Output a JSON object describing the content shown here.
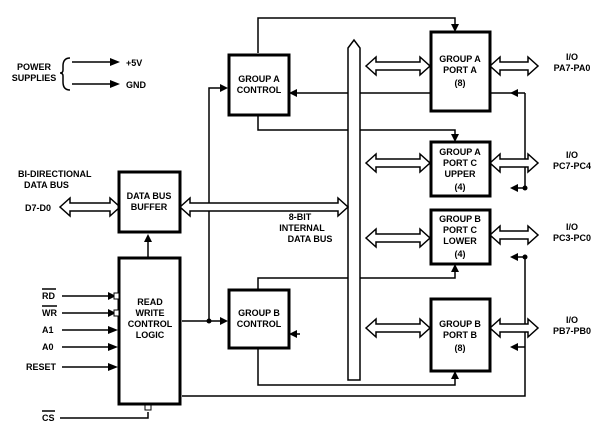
{
  "power": {
    "title_line1": "POWER",
    "title_line2": "SUPPLIES",
    "vcc": "+5V",
    "gnd": "GND"
  },
  "databus": {
    "title_line1": "BI-DIRECTIONAL",
    "title_line2": "DATA BUS",
    "pins": "D7-D0"
  },
  "buffer": {
    "line1": "DATA BUS",
    "line2": "BUFFER"
  },
  "rwlogic": {
    "line1": "READ",
    "line2": "WRITE",
    "line3": "CONTROL",
    "line4": "LOGIC"
  },
  "signals": {
    "rd": "RD",
    "wr": "WR",
    "a1": "A1",
    "a0": "A0",
    "reset": "RESET",
    "cs": "CS"
  },
  "internal_bus": {
    "line1": "8-BIT",
    "line2": "INTERNAL",
    "line3": "DATA BUS"
  },
  "group_a_control": {
    "line1": "GROUP A",
    "line2": "CONTROL"
  },
  "group_b_control": {
    "line1": "GROUP B",
    "line2": "CONTROL"
  },
  "group_a_port_a": {
    "line1": "GROUP A",
    "line2": "PORT A",
    "line3": "(8)"
  },
  "group_a_port_c": {
    "line1": "GROUP A",
    "line2": "PORT C",
    "line3": "UPPER",
    "line4": "(4)"
  },
  "group_b_port_c": {
    "line1": "GROUP B",
    "line2": "PORT C",
    "line3": "LOWER",
    "line4": "(4)"
  },
  "group_b_port_b": {
    "line1": "GROUP B",
    "line2": "PORT B",
    "line3": "(8)"
  },
  "io": {
    "pa": {
      "label": "I/O",
      "pins": "PA7-PA0"
    },
    "pcu": {
      "label": "I/O",
      "pins": "PC7-PC4"
    },
    "pcl": {
      "label": "I/O",
      "pins": "PC3-PC0"
    },
    "pb": {
      "label": "I/O",
      "pins": "PB7-PB0"
    }
  }
}
